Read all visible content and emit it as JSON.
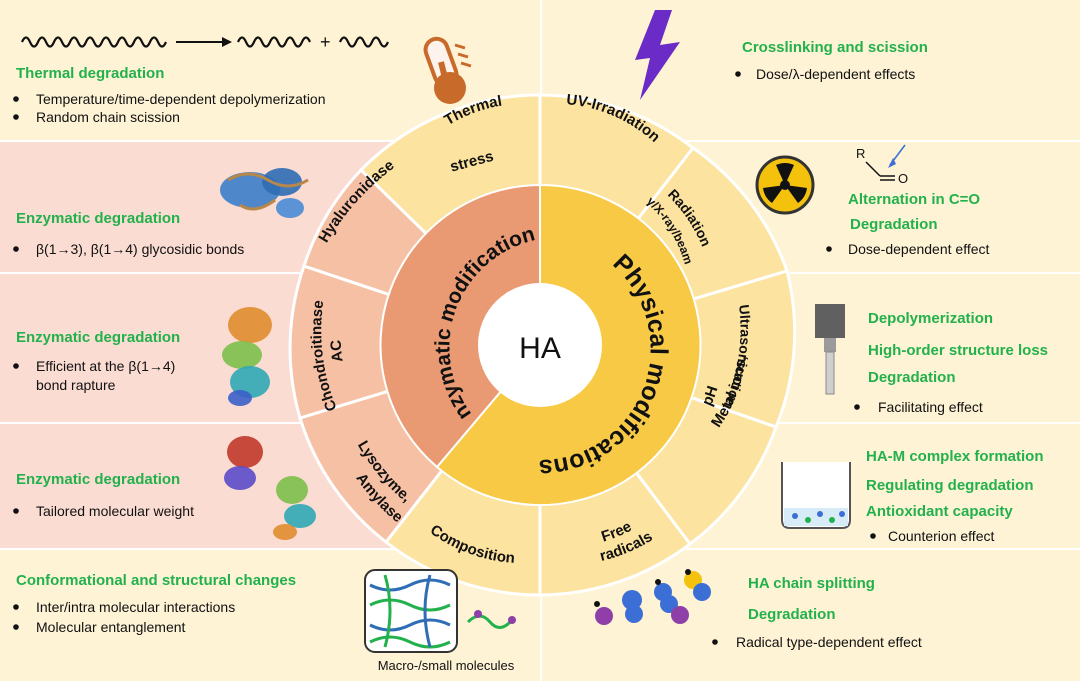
{
  "center": {
    "label": "HA"
  },
  "rings": {
    "enzymatic_title": "Enzymatic modifications",
    "physical_title": "Physical modifications"
  },
  "segments": {
    "thermal_stress_1": "Thermal",
    "thermal_stress_2": "stress",
    "uv_irradiation": "UV-Irradiation",
    "radiation_1": "Radiation",
    "radiation_2": "γ/X-ray/beam",
    "ultrasonication": "Ultrasonication",
    "metal_ions_1": "Metal ions,",
    "metal_ions_2": "pH",
    "free_radicals_1": "Free",
    "free_radicals_2": "radicals",
    "composition": "Composition",
    "hyaluronidase": "Hyaluronidase",
    "chondroitinase_1": "Chondroitinase",
    "chondroitinase_2": "AC",
    "lysozyme_1": "Lysozyme,",
    "lysozyme_2": "Amylase"
  },
  "panels": {
    "thermal": {
      "title": "Thermal degradation",
      "bullets": [
        "Temperature/time-dependent depolymerization",
        "Random chain scission"
      ],
      "plus": "+"
    },
    "hyaluronidase": {
      "title": "Enzymatic degradation",
      "bullets": [
        "β(1→3), β(1→4) glycosidic bonds"
      ]
    },
    "chondroitinase": {
      "title": "Enzymatic degradation",
      "bullets": [
        "Efficient at the β(1→4)",
        "bond rapture"
      ]
    },
    "lysozyme": {
      "title": "Enzymatic degradation",
      "bullets": [
        "Tailored molecular weight"
      ]
    },
    "composition": {
      "title": "Conformational and structural changes",
      "bullets": [
        "Inter/intra molecular interactions",
        "Molecular entanglement"
      ],
      "caption": "Macro-/small molecules"
    },
    "uv": {
      "title": "Crosslinking and scission",
      "bullets": [
        "Dose/λ-dependent effects"
      ]
    },
    "radiation": {
      "titles": [
        "Alternation in C=O",
        "Degradation"
      ],
      "bullets": [
        "Dose-dependent effect"
      ],
      "r_label": "R",
      "o_label": "O"
    },
    "ultrasonication": {
      "titles": [
        "Depolymerization",
        "High-order structure loss",
        "Degradation"
      ],
      "bullets": [
        "Facilitating effect"
      ]
    },
    "metal": {
      "titles": [
        "HA-M complex formation",
        "Regulating degradation",
        "Antioxidant capacity"
      ],
      "bullets": [
        "Counterion effect"
      ]
    },
    "radicals": {
      "titles": [
        "HA chain splitting",
        "Degradation"
      ],
      "bullets": [
        "Radical type-dependent effect"
      ]
    }
  },
  "colors": {
    "panel_yellow": "#fff3d6",
    "panel_pink": "#fbdcd2",
    "segment_yellow": "#fce3a0",
    "segment_salmon": "#f6c0a4",
    "enzymatic_ring": "#e99a72",
    "physical_ring": "#f8c945",
    "title_green": "#22b14c"
  }
}
